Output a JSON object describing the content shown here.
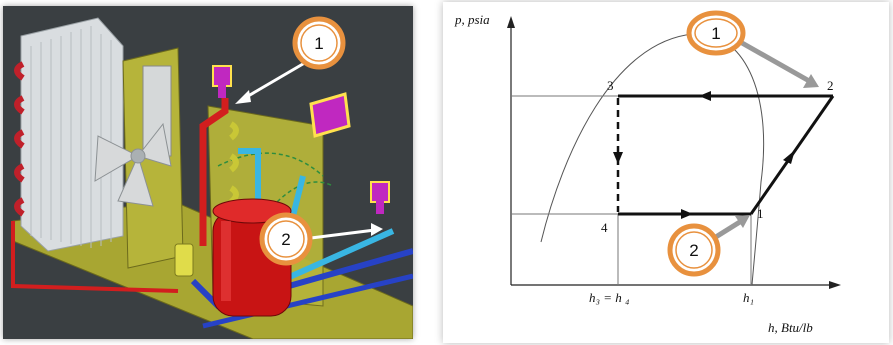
{
  "left_panel": {
    "callouts": [
      {
        "number": "1"
      },
      {
        "number": "2"
      }
    ]
  },
  "right_panel": {
    "axes": {
      "ylabel": "p, psia",
      "xlabel": "h, Btu/lb",
      "x_ticks": [
        "h₃ = h ₄",
        "h₁"
      ]
    },
    "state_points": [
      "1",
      "2",
      "3",
      "4"
    ],
    "callouts": [
      {
        "number": "1"
      },
      {
        "number": "2"
      }
    ]
  },
  "colors": {
    "badge_ring": "#e8913e",
    "arrow_gray": "#999999",
    "cad_background": "#3a3f42",
    "compressor_red": "#c81414",
    "frame_olive": "#b6b43a"
  }
}
